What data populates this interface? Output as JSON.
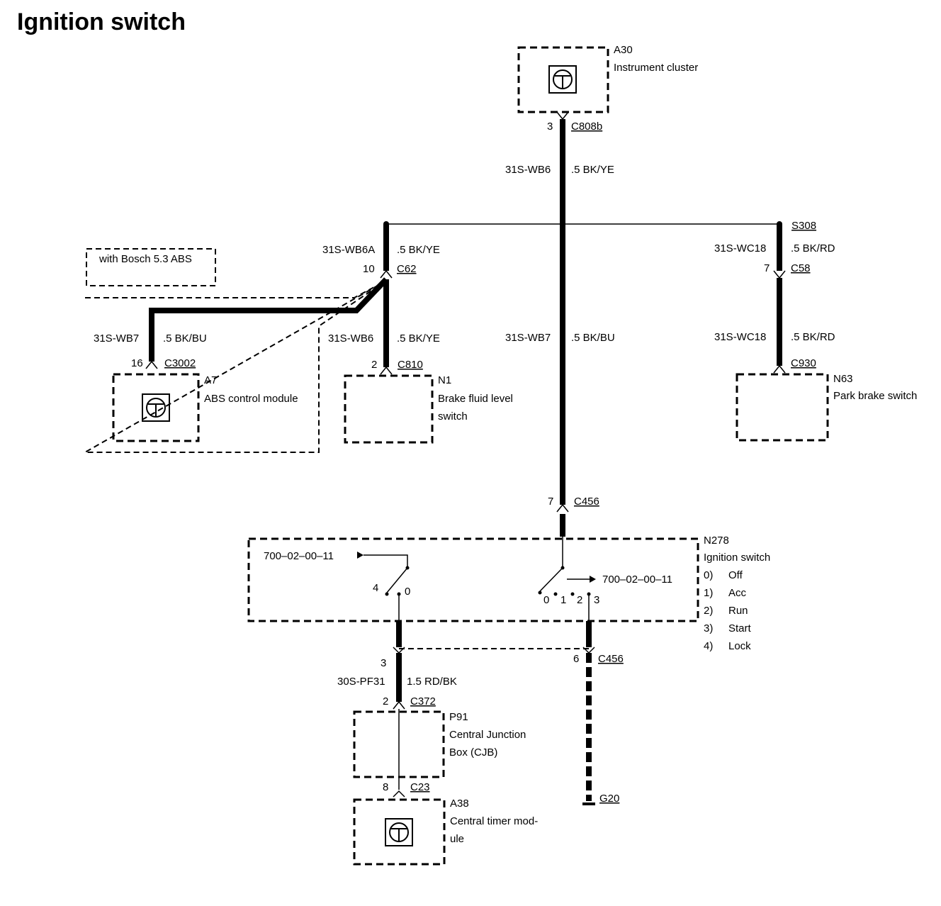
{
  "title": "Ignition switch",
  "components": {
    "a30": {
      "id": "A30",
      "name": "Instrument cluster"
    },
    "a7": {
      "id": "A7",
      "name": "ABS control module"
    },
    "n1": {
      "id": "N1",
      "name_line1": "Brake fluid level",
      "name_line2": "switch"
    },
    "n63": {
      "id": "N63",
      "name": "Park brake switch"
    },
    "n278": {
      "id": "N278",
      "name": "Ignition switch"
    },
    "p91": {
      "id": "P91",
      "name_line1": "Central Junction",
      "name_line2": "Box (CJB)"
    },
    "a38": {
      "id": "A38",
      "name_line1": "Central timer mod-",
      "name_line2": "ule"
    }
  },
  "option_note": "with Bosch 5.3 ABS",
  "ignition_positions": [
    {
      "num": "0)",
      "label": "Off"
    },
    {
      "num": "1)",
      "label": "Acc"
    },
    {
      "num": "2)",
      "label": "Run"
    },
    {
      "num": "3)",
      "label": "Start"
    },
    {
      "num": "4)",
      "label": "Lock"
    }
  ],
  "switch_refs": {
    "left": "700–02–00–11",
    "right": "700–02–00–11"
  },
  "switch_contacts": {
    "left": [
      "4",
      "0"
    ],
    "right": [
      "0",
      "1",
      "2",
      "3"
    ]
  },
  "connectors": {
    "c808b": {
      "name": "C808b",
      "pin": "3"
    },
    "s308": {
      "name": "S308"
    },
    "c62": {
      "name": "C62",
      "pin": "10"
    },
    "c58": {
      "name": "C58",
      "pin": "7"
    },
    "c3002": {
      "name": "C3002",
      "pin": "16"
    },
    "c810": {
      "name": "C810",
      "pin": "2"
    },
    "c930": {
      "name": "C930"
    },
    "c456_top": {
      "name": "C456",
      "pin": "7"
    },
    "c456_bottom": {
      "name": "C456",
      "pin": "6"
    },
    "c372": {
      "name": "C372",
      "pin": "2"
    },
    "c23": {
      "name": "C23",
      "pin": "8"
    },
    "g20": {
      "name": "G20"
    },
    "pin_3_cjb": "3"
  },
  "wires": {
    "w_main": {
      "circuit": "31S-WB6",
      "spec": ".5 BK/YE"
    },
    "w_c62": {
      "circuit": "31S-WB6A",
      "spec": ".5 BK/YE"
    },
    "w_c58": {
      "circuit": "31S-WC18",
      "spec": ".5 BK/RD"
    },
    "w_abs": {
      "circuit": "31S-WB7",
      "spec": ".5 BK/BU"
    },
    "w_brake": {
      "circuit": "31S-WB6",
      "spec": ".5 BK/YE"
    },
    "w_center": {
      "circuit": "31S-WB7",
      "spec": ".5 BK/BU"
    },
    "w_park": {
      "circuit": "31S-WC18",
      "spec": ".5 BK/RD"
    },
    "w_cjb": {
      "circuit": "30S-PF31",
      "spec": "1.5 RD/BK"
    }
  }
}
